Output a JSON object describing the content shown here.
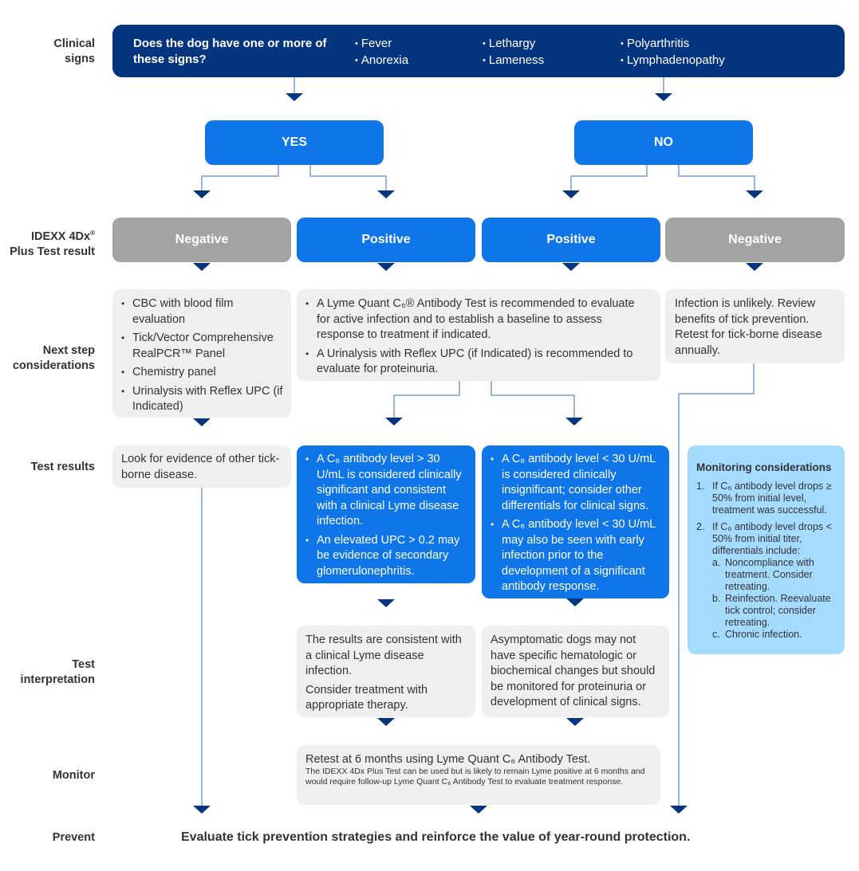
{
  "colors": {
    "navy": "#06357f",
    "blue": "#0f76e9",
    "grey": "#a3a3a3",
    "light_grey": "#efefef",
    "light_blue": "#a5dbff",
    "connector": "#5b86c9"
  },
  "row_labels": {
    "clinical_signs": [
      "Clinical",
      "signs"
    ],
    "test_result_line1": "IDEXX 4Dx",
    "test_result_reg": "®",
    "test_result_line2": "Plus Test result",
    "next_step": [
      "Next step",
      "considerations"
    ],
    "test_results": "Test results",
    "test_interpretation": [
      "Test",
      "interpretation"
    ],
    "monitor": "Monitor",
    "prevent": "Prevent"
  },
  "header": {
    "question": "Does the dog have one or more of these signs?",
    "signs_col1": [
      "Fever",
      "Anorexia"
    ],
    "signs_col2": [
      "Lethargy",
      "Lameness"
    ],
    "signs_col3": [
      "Polyarthritis",
      "Lymphadenopathy"
    ]
  },
  "decision": {
    "yes": "YES",
    "no": "NO"
  },
  "results": {
    "neg_left": "Negative",
    "pos_left": "Positive",
    "pos_right": "Positive",
    "neg_right": "Negative"
  },
  "next_steps": {
    "neg_left_items": [
      "CBC with blood film evaluation",
      "Tick/Vector Comprehensive RealPCR™ Panel",
      "Chemistry panel",
      "Urinalysis with Reflex UPC (if Indicated)"
    ],
    "positive_items": [
      "A Lyme Quant C₆® Antibody Test is recommended to evaluate for active infection and to establish a baseline to assess response to treatment if indicated.",
      "A Urinalysis with Reflex UPC (if Indicated) is recommended to evaluate for proteinuria."
    ],
    "neg_right_text": "Infection is unlikely. Review benefits of tick prevention. Retest for tick-borne disease annually."
  },
  "test_results": {
    "left_text": "Look for evidence of other tick-borne disease.",
    "high_items": [
      "A C₆ antibody level > 30 U/mL is considered clinically significant and consistent with a clinical Lyme disease infection.",
      "An elevated UPC > 0.2 may be evidence of secondary glomerulonephritis."
    ],
    "low_items": [
      "A C₆ antibody level < 30 U/mL is considered clinically insignificant; consider other differentials for clinical signs.",
      "A C₆ antibody level < 30 U/mL may also be seen with early infection prior to the development of a significant antibody response."
    ]
  },
  "monitoring": {
    "title": "Monitoring considerations",
    "item1_num": "1.",
    "item1": "If C₆ antibody level drops ≥ 50% from initial level, treatment was successful.",
    "item2_num": "2.",
    "item2": "If C₆ antibody level drops < 50% from initial titer, differentials include:",
    "subs": [
      {
        "letter": "a.",
        "text": "Noncompliance with treatment. Consider retreating."
      },
      {
        "letter": "b.",
        "text": "Reinfection. Reevaluate tick control; consider retreating."
      },
      {
        "letter": "c.",
        "text": "Chronic infection."
      }
    ]
  },
  "interpretation": {
    "left_p1": "The results are consistent with a clinical Lyme disease infection.",
    "left_p2": "Consider treatment with appropriate therapy.",
    "right": "Asymptomatic dogs may not have specific hematologic or biochemical changes but should be monitored for proteinuria or development of clinical signs."
  },
  "monitor": {
    "main": "Retest at 6 months using Lyme Quant C₆ Antibody Test.",
    "small": "The IDEXX 4Dx Plus Test can be used but is likely to remain Lyme positive at 6 months and would require follow-up Lyme Quant C₆ Antibody Test to evaluate treatment response."
  },
  "prevent": {
    "text": "Evaluate tick prevention strategies and reinforce the value of year-round protection."
  }
}
